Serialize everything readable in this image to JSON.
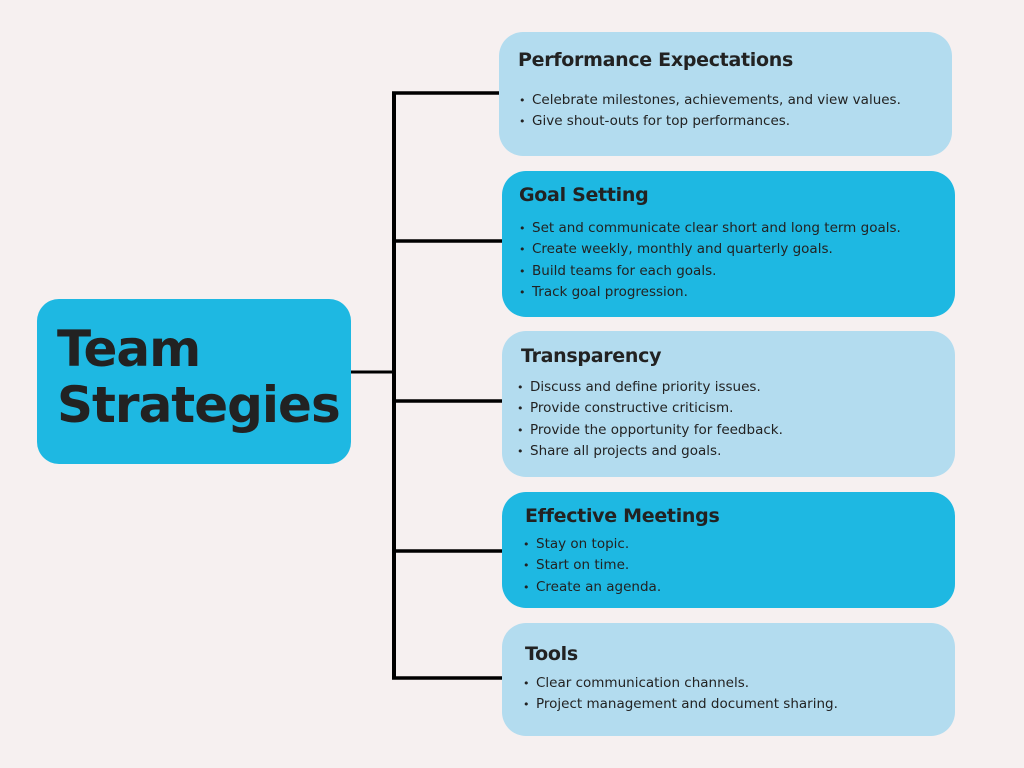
{
  "root": {
    "title_line1": "Team",
    "title_line2": "Strategies"
  },
  "colors": {
    "background": "#f6f0f0",
    "dark_card": "#1eb8e2",
    "light_card": "#b3dcef",
    "connector": "#000000",
    "text": "#222222"
  },
  "cards": [
    {
      "title": "Performance Expectations",
      "style": "light",
      "items": [
        "Celebrate milestones, achievements, and view values.",
        "Give shout-outs for top performances."
      ]
    },
    {
      "title": "Goal Setting",
      "style": "dark",
      "items": [
        "Set and communicate clear short and long term goals.",
        "Create weekly, monthly and quarterly goals.",
        "Build teams for each goals.",
        "Track goal progression."
      ]
    },
    {
      "title": "Transparency",
      "style": "light",
      "items": [
        "Discuss and define priority issues.",
        "Provide constructive criticism.",
        "Provide the opportunity for feedback.",
        "Share all projects and goals."
      ]
    },
    {
      "title": "Effective Meetings",
      "style": "dark",
      "items": [
        "Stay on topic.",
        "Start on time.",
        "Create an agenda."
      ]
    },
    {
      "title": "Tools",
      "style": "light",
      "items": [
        "Clear communication channels.",
        "Project management and document sharing."
      ]
    }
  ]
}
